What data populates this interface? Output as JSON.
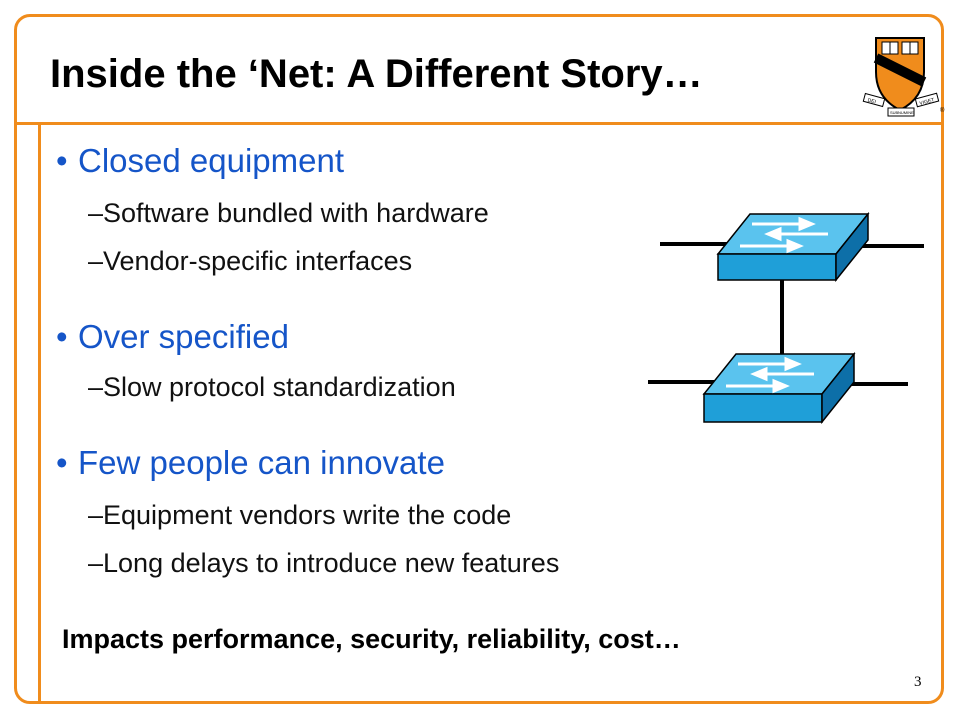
{
  "title": "Inside the ‘Net: A Different Story…",
  "bullet_char": "•",
  "items": [
    {
      "heading": "Closed equipment",
      "subs": [
        "–Software bundled with hardware",
        "–Vendor-specific interfaces"
      ]
    },
    {
      "heading": "Over specified",
      "subs": [
        "–Slow protocol standardization"
      ]
    },
    {
      "heading": "Few people can innovate",
      "subs": [
        "–Equipment vendors write the code",
        "–Long delays to introduce new features"
      ]
    }
  ],
  "footer": "Impacts performance, security, reliability, cost…",
  "page_number": "3",
  "colors": {
    "accent": "#f08c1c",
    "bullet_text": "#1555c8",
    "switch_face": "#1f9fd8",
    "shield": "#f08c1c"
  },
  "logo": {
    "icon": "princeton-shield-icon",
    "motto": [
      "DEI",
      "SUB",
      "NUMINE",
      "VIGET"
    ]
  },
  "diagram": {
    "icon": "network-switch-icon",
    "count": 2
  }
}
